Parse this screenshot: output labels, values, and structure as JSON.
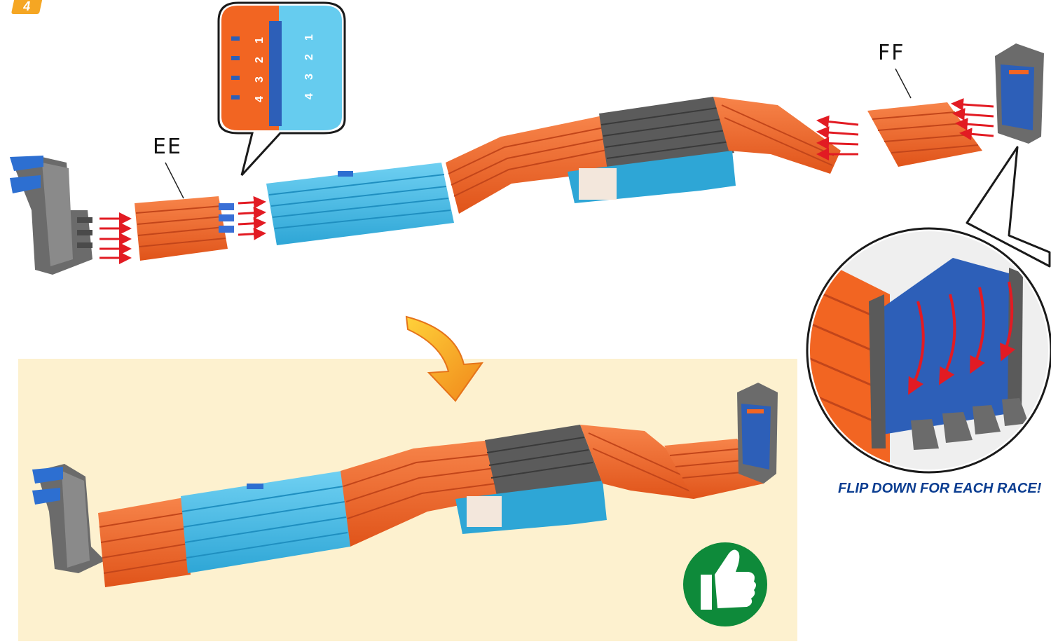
{
  "step": {
    "number": "4"
  },
  "labels": {
    "ee": "EE",
    "ff": "FF"
  },
  "callout": {
    "orange_numbers": [
      "1",
      "2",
      "3",
      "4"
    ],
    "blue_numbers": [
      "1",
      "2",
      "3",
      "4"
    ]
  },
  "caption": "FLIP DOWN FOR EACH RACE!",
  "icons": {
    "thumbs_up": "thumbs-up-icon",
    "flow_arrow": "curved-arrow-down-icon"
  },
  "colors": {
    "badge": "#f5a623",
    "track_orange": "#f26522",
    "track_blue": "#3db7e4",
    "track_gray": "#5b5b5b",
    "panel_bg": "#fdf1cf",
    "thumbs_bg": "#0e8a3a",
    "caption_text": "#0b3d91",
    "insert_arrows": "#e21b23"
  }
}
